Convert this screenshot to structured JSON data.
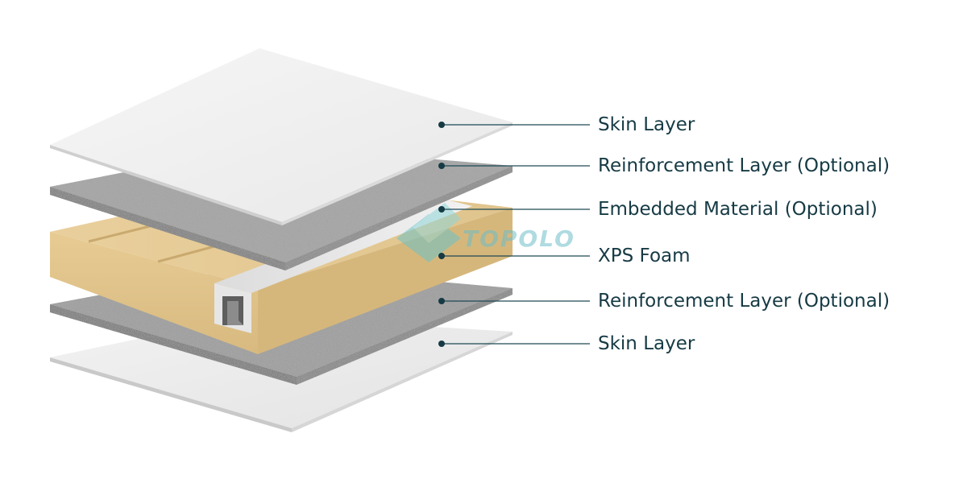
{
  "layers": [
    {
      "label": "Skin Layer"
    },
    {
      "label": "Reinforcement Layer (Optional)"
    },
    {
      "label": "Embedded Material (Optional)"
    },
    {
      "label": "XPS Foam"
    },
    {
      "label": "Reinforcement Layer (Optional)"
    },
    {
      "label": "Skin Layer"
    }
  ],
  "watermark": {
    "text": "TOPOLO"
  },
  "colors": {
    "leader": "#1d4a55",
    "label_text": "#163a44",
    "skin": "#efefef",
    "foam": "#e3c68f",
    "reinforcement": "#9a9a9a",
    "embedded": "#dcdcdc"
  }
}
